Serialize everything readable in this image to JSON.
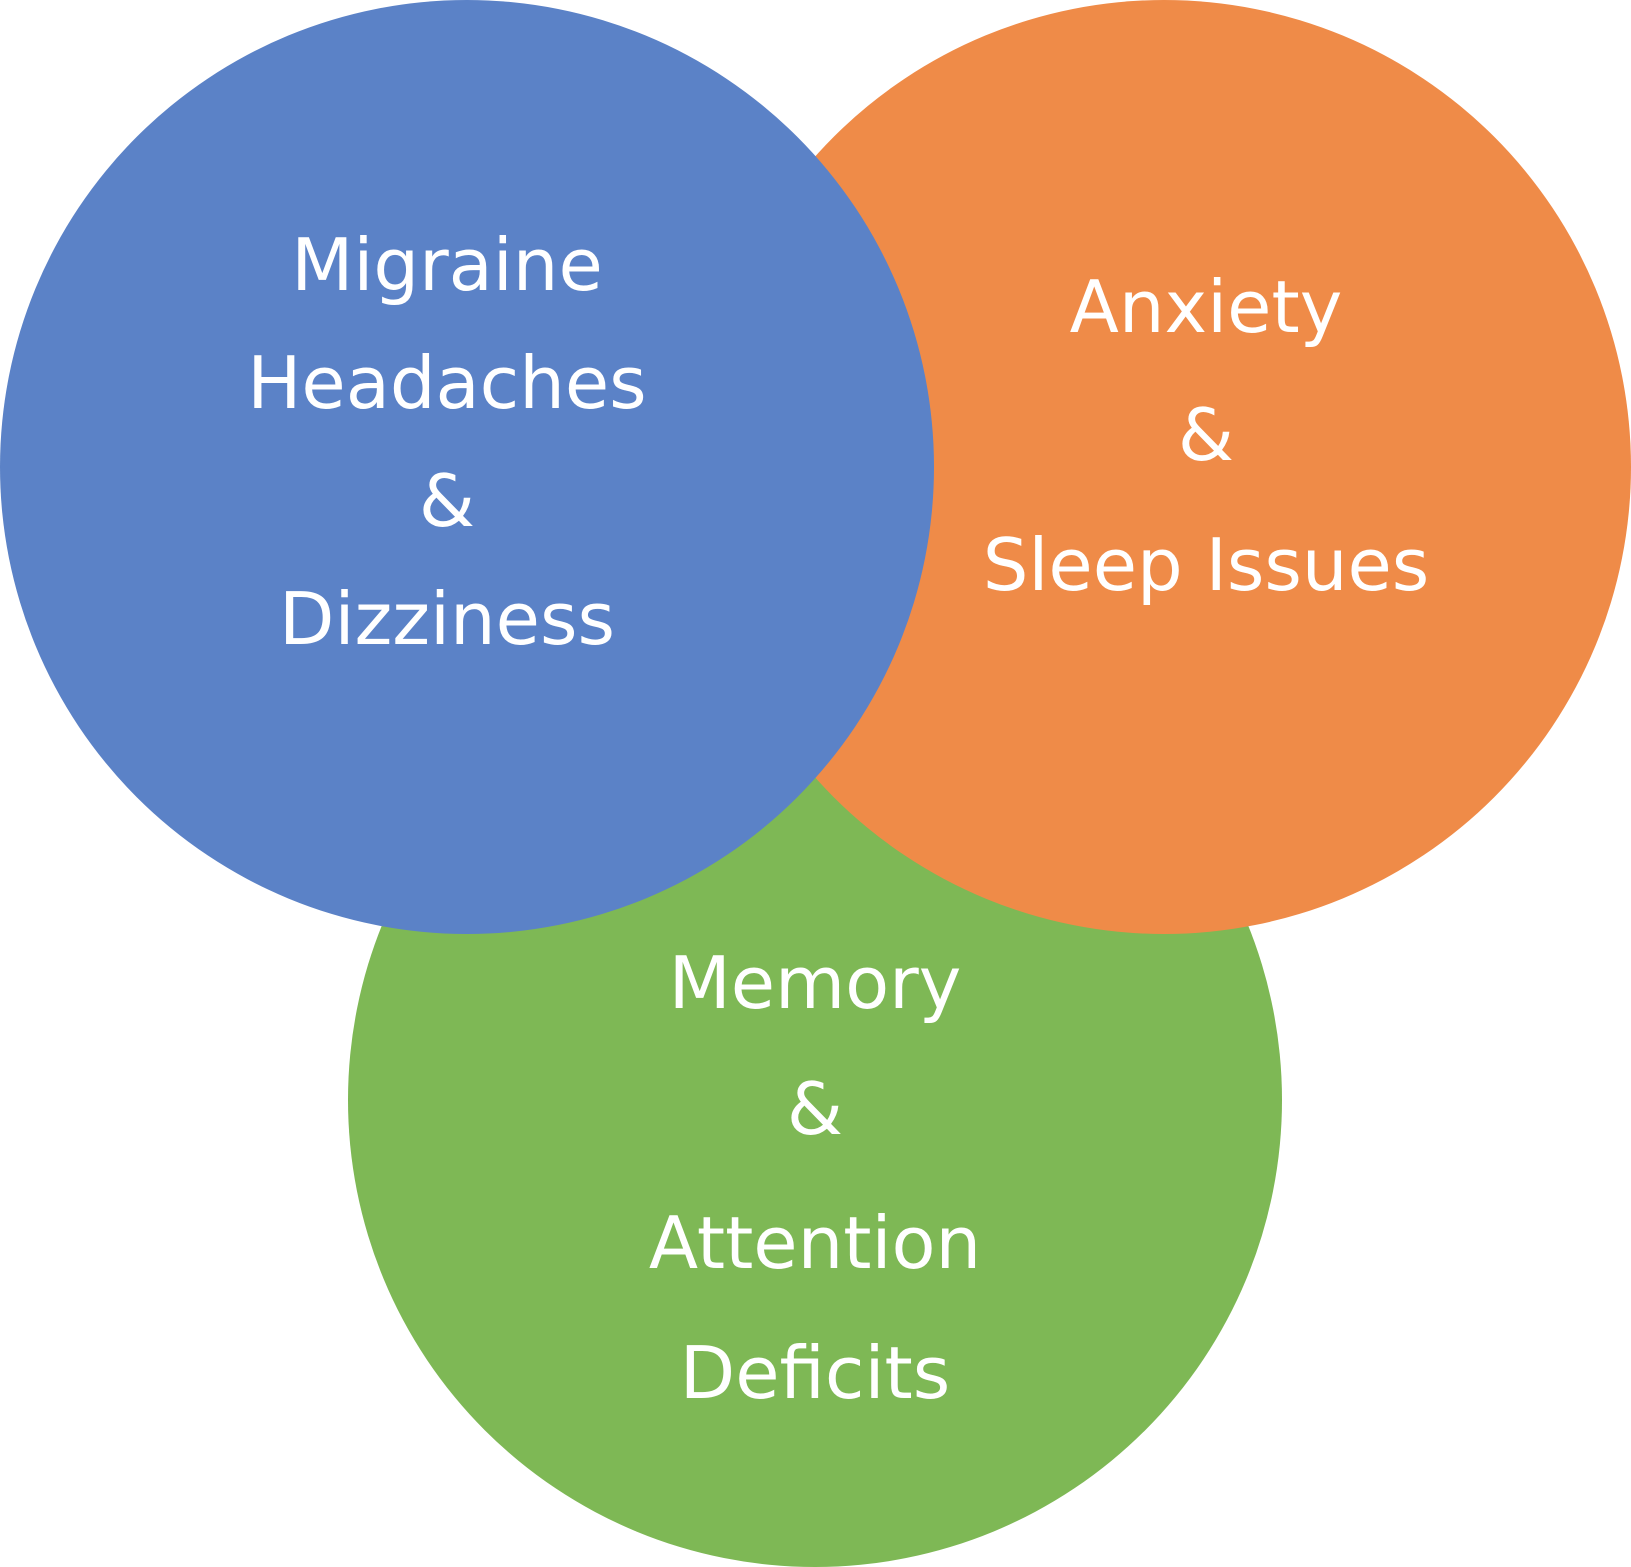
{
  "diagram": {
    "type": "overlapping-circles",
    "circles": [
      {
        "id": "green",
        "color": "#7EB855",
        "label_lines": [
          "Memory",
          "&",
          "Attention",
          "Deficits"
        ]
      },
      {
        "id": "orange",
        "color": "#EF8B48",
        "label_lines": [
          "Anxiety",
          "&",
          "Sleep Issues"
        ]
      },
      {
        "id": "blue",
        "color": "#5B82C7",
        "label_lines": [
          "Migraine",
          "Headaches",
          "&",
          "Dizziness"
        ]
      }
    ]
  }
}
